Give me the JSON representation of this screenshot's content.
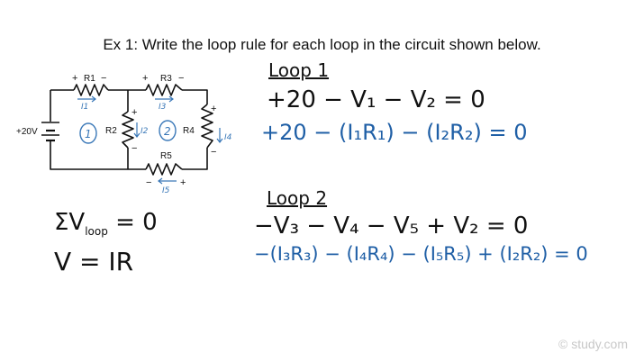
{
  "title": "Ex 1: Write the loop rule for each loop in the circuit shown below.",
  "circuit": {
    "source_label": "+20V",
    "resistors": [
      "R1",
      "R2",
      "R3",
      "R4",
      "R5"
    ],
    "currents": [
      "I1",
      "I2",
      "I3",
      "I4",
      "I5"
    ],
    "loop_markers": [
      "1",
      "2"
    ]
  },
  "rules": {
    "sum": "ΣV",
    "sum_sub": "loop",
    "sum_rhs": "= 0",
    "ohm": "V = IR"
  },
  "loop1": {
    "heading": "Loop 1",
    "equation": "+20 − V₁ − V₂ = 0",
    "expanded": "+20 − (I₁R₁) − (I₂R₂) = 0"
  },
  "loop2": {
    "heading": "Loop 2",
    "equation": "−V₃ − V₄ − V₅ + V₂ = 0",
    "expanded": "−(I₃R₃) − (I₄R₄) − (I₅R₅) + (I₂R₂) = 0"
  },
  "watermark": "study.com",
  "colors": {
    "ink": "#111111",
    "blue_ink": "#1f5fa6"
  }
}
